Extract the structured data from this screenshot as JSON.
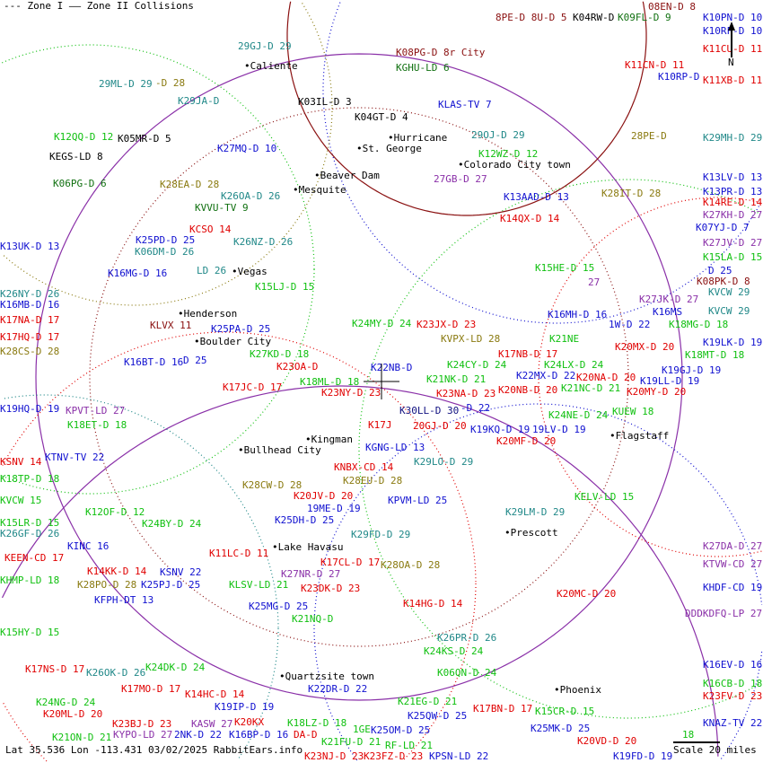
{
  "legend": {
    "zone1": "--- Zone I",
    "zone2": "—— Zone II Collisions"
  },
  "status": "Lat 35.536 Lon -113.431 03/02/2025 RabbitEars.info",
  "scale": "Scale 20 miles",
  "north": "N",
  "colors": {
    "red": "#e00000",
    "green": "#10c010",
    "blue": "#1010d0",
    "teal": "#208888",
    "purple": "#8a30a8",
    "olive": "#8a7a10",
    "darkred": "#8a1010",
    "black": "#000000",
    "darkgreen": "#107010"
  },
  "cities": [
    "Caliente",
    "St. George",
    "Beaver Dam",
    "Mesquite",
    "Hurricane",
    "Colorado City town",
    "Vegas",
    "Henderson",
    "Boulder City",
    "Kingman",
    "Bullhead City",
    "Lake Havasu",
    "Prescott",
    "Flagstaff",
    "Quartzsite town",
    "Phoenix"
  ],
  "labels": [
    {
      "t": "8PE-D 8U-D 5",
      "c": "darkred"
    },
    {
      "t": "K04RW-D",
      "c": "black"
    },
    {
      "t": "K09FL-D 9",
      "c": "darkgreen"
    },
    {
      "t": "08EN-D 8",
      "c": "darkred"
    },
    {
      "t": "K10PN-D 10",
      "c": "blue"
    },
    {
      "t": "K10RF-D 10",
      "c": "blue"
    },
    {
      "t": "K08PG-D 8r City",
      "c": "darkred"
    },
    {
      "t": "KGHU-LD 6",
      "c": "darkgreen"
    },
    {
      "t": "K11CN-D 11",
      "c": "red"
    },
    {
      "t": "K11CU-D 11",
      "c": "red"
    },
    {
      "t": "K10RP-D",
      "c": "blue"
    },
    {
      "t": "K11XB-D 11",
      "c": "red"
    },
    {
      "t": "K03IL-D 3",
      "c": "black"
    },
    {
      "t": "KLAS-TV 7",
      "c": "blue"
    },
    {
      "t": "K04GT-D 4",
      "c": "black"
    },
    {
      "t": "K29JA-D",
      "c": "teal"
    },
    {
      "t": "29ML-D 29",
      "c": "teal"
    },
    {
      "t": "-D 28",
      "c": "olive"
    },
    {
      "t": "29GJ-D 29",
      "c": "teal"
    },
    {
      "t": "K12QQ-D 12",
      "c": "green"
    },
    {
      "t": "K05MR-D 5",
      "c": "black"
    },
    {
      "t": "K27MQ-D 10",
      "c": "blue"
    },
    {
      "t": "K12WZ-D 12",
      "c": "green"
    },
    {
      "t": "29OJ-D 29",
      "c": "teal"
    },
    {
      "t": "28PE-D",
      "c": "olive"
    },
    {
      "t": "K29MH-D 29",
      "c": "teal"
    },
    {
      "t": "KEGS-LD 8",
      "c": "black"
    },
    {
      "t": "27GB-D 27",
      "c": "purple"
    },
    {
      "t": "K06PG-D 6",
      "c": "darkgreen"
    },
    {
      "t": "K28EA-D 28",
      "c": "olive"
    },
    {
      "t": "K26OA-D 26",
      "c": "teal"
    },
    {
      "t": "K28IT-D 28",
      "c": "olive"
    },
    {
      "t": "K13LV-D 13",
      "c": "blue"
    },
    {
      "t": "K13PR-D 13",
      "c": "blue"
    },
    {
      "t": "K14RE-D 14",
      "c": "red"
    },
    {
      "t": "K13AAD-D 13",
      "c": "blue"
    },
    {
      "t": "KVVU-TV 9",
      "c": "darkgreen"
    },
    {
      "t": "K27KH-D 27",
      "c": "purple"
    },
    {
      "t": "K14QX-D 14",
      "c": "red"
    },
    {
      "t": "K07YJ-D 7",
      "c": "blue"
    },
    {
      "t": "KCSO 14",
      "c": "red"
    },
    {
      "t": "K25PD-D 25",
      "c": "blue"
    },
    {
      "t": "K26NZ-D 26",
      "c": "teal"
    },
    {
      "t": "K27JV-D 27",
      "c": "purple"
    },
    {
      "t": "K15LA-D 15",
      "c": "green"
    },
    {
      "t": "K13UK-D 13",
      "c": "blue"
    },
    {
      "t": "K06DM-D 26",
      "c": "teal"
    },
    {
      "t": "D 25",
      "c": "blue"
    },
    {
      "t": "K15HE-D 15",
      "c": "green"
    },
    {
      "t": "K08PK-D 8",
      "c": "darkred"
    },
    {
      "t": "K16MG-D 16",
      "c": "blue"
    },
    {
      "t": "LD 26",
      "c": "teal"
    },
    {
      "t": "27",
      "c": "purple"
    },
    {
      "t": "K15LJ-D 15",
      "c": "green"
    },
    {
      "t": "K26NY-D 26",
      "c": "teal"
    },
    {
      "t": "KVCW 29",
      "c": "teal"
    },
    {
      "t": "K16MB-D 16",
      "c": "blue"
    },
    {
      "t": "K27JK-D 27",
      "c": "purple"
    },
    {
      "t": "K16MS",
      "c": "blue"
    },
    {
      "t": "K17NA-D 17",
      "c": "red"
    },
    {
      "t": "KVCW 29",
      "c": "teal"
    },
    {
      "t": "K16MH-D 16",
      "c": "blue"
    },
    {
      "t": "KLVX 11",
      "c": "darkred"
    },
    {
      "t": "K25PA-D 25",
      "c": "blue"
    },
    {
      "t": "K24MY-D 24",
      "c": "green"
    },
    {
      "t": "K23JX-D 23",
      "c": "red"
    },
    {
      "t": "1W-D 22",
      "c": "blue"
    },
    {
      "t": "K18MG-D 18",
      "c": "green"
    },
    {
      "t": "K17HQ-D 17",
      "c": "red"
    },
    {
      "t": "K28CS-D 28",
      "c": "olive"
    },
    {
      "t": "KVPX-LD 28",
      "c": "olive"
    },
    {
      "t": "K21NE",
      "c": "green"
    },
    {
      "t": "K19LK-D 19",
      "c": "blue"
    },
    {
      "t": "K17NB-D 17",
      "c": "red"
    },
    {
      "t": "K20MX-D 20",
      "c": "red"
    },
    {
      "t": "K27KD-D 18",
      "c": "green"
    },
    {
      "t": "K23OA-D",
      "c": "red"
    },
    {
      "t": "K24LX-D 24",
      "c": "green"
    },
    {
      "t": "K18MT-D 18",
      "c": "green"
    },
    {
      "t": "K16BT-D 16",
      "c": "blue"
    },
    {
      "t": "D 25",
      "c": "blue"
    },
    {
      "t": "K24CY-D 24",
      "c": "green"
    },
    {
      "t": "K22MX-D 22",
      "c": "blue"
    },
    {
      "t": "K20NA-D 20",
      "c": "red"
    },
    {
      "t": "K19GJ-D 19",
      "c": "blue"
    },
    {
      "t": "K18ML-D 18",
      "c": "green"
    },
    {
      "t": "K22NB-D",
      "c": "blue"
    },
    {
      "t": "K21NK-D 21",
      "c": "green"
    },
    {
      "t": "K20NB-D 20",
      "c": "red"
    },
    {
      "t": "K21NC-D 21",
      "c": "green"
    },
    {
      "t": "K20MY-D 20",
      "c": "red"
    },
    {
      "t": "K19LL-D 19",
      "c": "blue"
    },
    {
      "t": "K17JC-D 17",
      "c": "red"
    },
    {
      "t": "K23NY-D 23",
      "c": "red"
    },
    {
      "t": "K23NA-D 23",
      "c": "red"
    },
    {
      "t": "K19HQ-D 19",
      "c": "blue"
    },
    {
      "t": "KPVT-LD 27",
      "c": "purple"
    },
    {
      "t": "K30LL-D 30",
      "c": "darkblue"
    },
    {
      "t": "-D 22",
      "c": "blue"
    },
    {
      "t": "KUEW 18",
      "c": "green"
    },
    {
      "t": "K18ET-D 18",
      "c": "green"
    },
    {
      "t": "K24NE-D 24",
      "c": "green"
    },
    {
      "t": "K17J",
      "c": "red"
    },
    {
      "t": "20GJ-D 20",
      "c": "red"
    },
    {
      "t": "19LV-D 19",
      "c": "blue"
    },
    {
      "t": "K19KQ-D 19",
      "c": "blue"
    },
    {
      "t": "K20MF-D 20",
      "c": "red"
    },
    {
      "t": "KGNG-LD 13",
      "c": "blue"
    },
    {
      "t": "KSNV 14",
      "c": "red"
    },
    {
      "t": "KTNV-TV 22",
      "c": "blue"
    },
    {
      "t": "K29LO-D 29",
      "c": "teal"
    },
    {
      "t": "KNBX-CD 14",
      "c": "red"
    },
    {
      "t": "K18TP-D 18",
      "c": "green"
    },
    {
      "t": "K28EU-D 28",
      "c": "olive"
    },
    {
      "t": "K28CW-D 28",
      "c": "olive"
    },
    {
      "t": "K20JV-D 20",
      "c": "red"
    },
    {
      "t": "19ME-D 19",
      "c": "blue"
    },
    {
      "t": "KVCW 15",
      "c": "green"
    },
    {
      "t": "KPVM-LD 25",
      "c": "blue"
    },
    {
      "t": "KELV-LD 15",
      "c": "green"
    },
    {
      "t": "K12OF-D 12",
      "c": "green"
    },
    {
      "t": "K25DH-D 25",
      "c": "blue"
    },
    {
      "t": "K29LM-D 29",
      "c": "teal"
    },
    {
      "t": "K15LR-D 15",
      "c": "green"
    },
    {
      "t": "K24BY-D 24",
      "c": "green"
    },
    {
      "t": "K26GF-D 26",
      "c": "teal"
    },
    {
      "t": "K29FD-D 29",
      "c": "teal"
    },
    {
      "t": "KINC 16",
      "c": "blue"
    },
    {
      "t": "K27DA-D 27",
      "c": "purple"
    },
    {
      "t": "K11LC-D 11",
      "c": "red"
    },
    {
      "t": "K17CL-D 17",
      "c": "red"
    },
    {
      "t": "KEEN-CD 17",
      "c": "red"
    },
    {
      "t": "K27NR-D 27",
      "c": "purple"
    },
    {
      "t": "K28OA-D 28",
      "c": "olive"
    },
    {
      "t": "KTVW-CD 27",
      "c": "purple"
    },
    {
      "t": "K14KK-D 14",
      "c": "red"
    },
    {
      "t": "KSNV 22",
      "c": "blue"
    },
    {
      "t": "K23DK-D 23",
      "c": "red"
    },
    {
      "t": "KHMP-LD 18",
      "c": "green"
    },
    {
      "t": "K28PO-D 28",
      "c": "olive"
    },
    {
      "t": "K25PJ-D 25",
      "c": "blue"
    },
    {
      "t": "KLSV-LD 21",
      "c": "green"
    },
    {
      "t": "KHDF-CD 19",
      "c": "blue"
    },
    {
      "t": "KFPH-DT 13",
      "c": "blue"
    },
    {
      "t": "K20MC-D 20",
      "c": "red"
    },
    {
      "t": "K14HG-D 14",
      "c": "red"
    },
    {
      "t": "K25MG-D 25",
      "c": "blue"
    },
    {
      "t": "K21NQ-D",
      "c": "green"
    },
    {
      "t": "DDDKDFQ-LP 27",
      "c": "purple"
    },
    {
      "t": "K15HY-D 15",
      "c": "green"
    },
    {
      "t": "K26PR-D 26",
      "c": "teal"
    },
    {
      "t": "K24KS-D 24",
      "c": "green"
    },
    {
      "t": "K17NS-D 17",
      "c": "red"
    },
    {
      "t": "K26OK-D 26",
      "c": "teal"
    },
    {
      "t": "K24DK-D 24",
      "c": "green"
    },
    {
      "t": "K06QN-D 24",
      "c": "green"
    },
    {
      "t": "K16EV-D 16",
      "c": "blue"
    },
    {
      "t": "K17MO-D 17",
      "c": "red"
    },
    {
      "t": "K22DR-D 22",
      "c": "blue"
    },
    {
      "t": "K16CB-D 18",
      "c": "green"
    },
    {
      "t": "K14HC-D 14",
      "c": "red"
    },
    {
      "t": "K23FV-D 23",
      "c": "red"
    },
    {
      "t": "K19IP-D 19",
      "c": "blue"
    },
    {
      "t": "K20KX",
      "c": "red"
    },
    {
      "t": "K21EG-D 21",
      "c": "green"
    },
    {
      "t": "K17BN-D 17",
      "c": "red"
    },
    {
      "t": "K15CR-D 15",
      "c": "green"
    },
    {
      "t": "K20ML-D 20",
      "c": "red"
    },
    {
      "t": "K25QW-D 25",
      "c": "blue"
    },
    {
      "t": "K18LZ-D 18",
      "c": "green"
    },
    {
      "t": "K25OM-D 25",
      "c": "blue"
    },
    {
      "t": "K25MK-D 25",
      "c": "blue"
    },
    {
      "t": "KNAZ-TV 22",
      "c": "blue"
    },
    {
      "t": "K16BP-D 16",
      "c": "blue"
    },
    {
      "t": "K21FU-D 21",
      "c": "green"
    },
    {
      "t": "K20VD-D 20",
      "c": "red"
    },
    {
      "t": "K21ON-D 21",
      "c": "green"
    },
    {
      "t": "K24NG-D 24",
      "c": "green"
    },
    {
      "t": "KYPO-LD 27",
      "c": "purple"
    },
    {
      "t": "K23BJ-D 23",
      "c": "red"
    },
    {
      "t": "2NK-D 22",
      "c": "blue"
    },
    {
      "t": "KASW 27",
      "c": "purple"
    },
    {
      "t": "K23NJ-D 23",
      "c": "red"
    },
    {
      "t": "DA-D",
      "c": "red"
    },
    {
      "t": "K23FZ-D 23",
      "c": "red"
    },
    {
      "t": "RF-LD 21",
      "c": "green"
    },
    {
      "t": "1GE",
      "c": "green"
    },
    {
      "t": "KPSN-LD 22",
      "c": "blue"
    },
    {
      "t": "K19FD-D 19",
      "c": "blue"
    },
    {
      "t": "18",
      "c": "green"
    }
  ]
}
